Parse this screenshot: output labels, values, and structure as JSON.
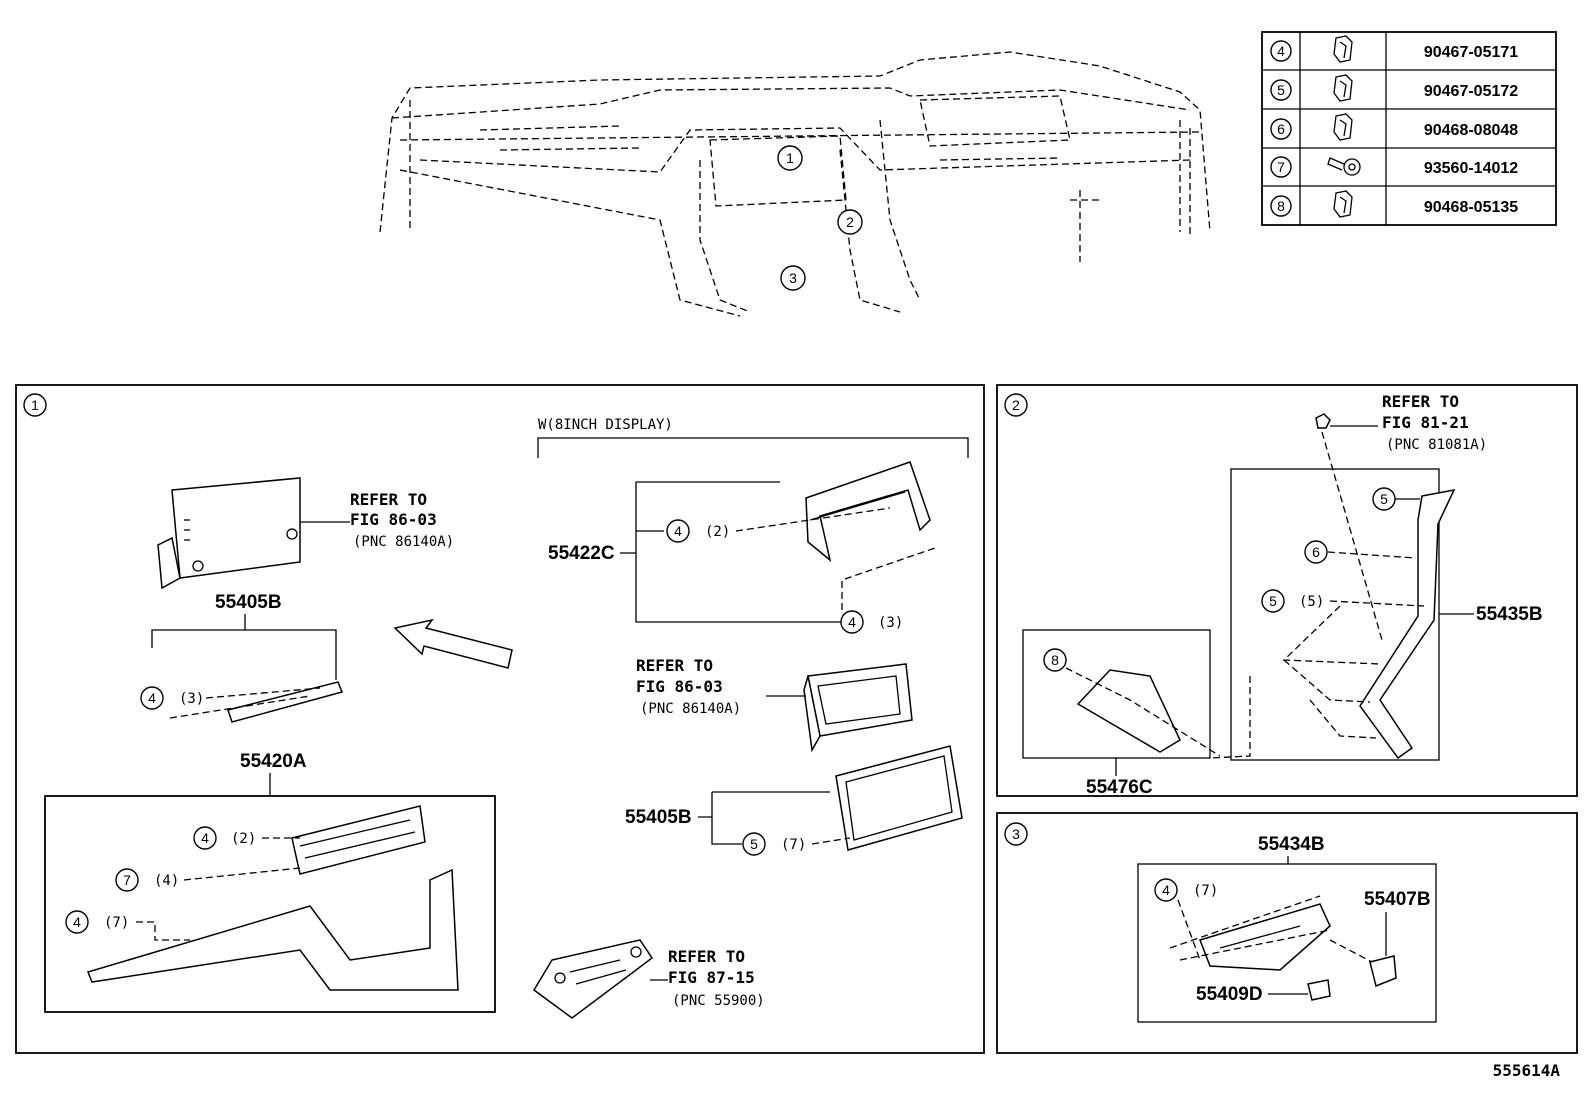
{
  "parts_table": [
    {
      "key": "4",
      "part_number": "90467-05171",
      "icon": "clip-icon"
    },
    {
      "key": "5",
      "part_number": "90467-05172",
      "icon": "clip-icon"
    },
    {
      "key": "6",
      "part_number": "90468-08048",
      "icon": "clip-icon"
    },
    {
      "key": "7",
      "part_number": "93560-14012",
      "icon": "screw-icon"
    },
    {
      "key": "8",
      "part_number": "90468-05135",
      "icon": "clip-icon"
    }
  ],
  "overview": {
    "callouts": [
      "1",
      "2",
      "3"
    ]
  },
  "panel1": {
    "index": "1",
    "variant_label": "W(8INCH DISPLAY)",
    "part_55405B_top": "55405B",
    "part_55420A": "55420A",
    "part_55422C": "55422C",
    "part_55405B_right": "55405B",
    "refs": {
      "r1": {
        "line1": "REFER TO",
        "line2": "FIG 86-03",
        "line3": "(PNC 86140A)"
      },
      "r2": {
        "line1": "REFER TO",
        "line2": "FIG 86-03",
        "line3": "(PNC 86140A)"
      },
      "r3": {
        "line1": "REFER TO",
        "line2": "FIG 87-15",
        "line3": "(PNC 55900)"
      }
    },
    "callouts": {
      "a": {
        "key": "4",
        "qty": "(3)"
      },
      "b": {
        "key": "4",
        "qty": "(2)"
      },
      "c": {
        "key": "7",
        "qty": "(4)"
      },
      "d": {
        "key": "4",
        "qty": "(7)"
      },
      "e": {
        "key": "4",
        "qty": "(2)"
      },
      "f": {
        "key": "4",
        "qty": "(3)"
      },
      "g": {
        "key": "5",
        "qty": "(7)"
      }
    }
  },
  "panel2": {
    "index": "2",
    "part_55435B": "55435B",
    "part_55476C": "55476C",
    "ref": {
      "line1": "REFER TO",
      "line2": "FIG 81-21",
      "line3": "(PNC 81081A)"
    },
    "callouts": {
      "a": {
        "key": "5"
      },
      "b": {
        "key": "6"
      },
      "c": {
        "key": "5",
        "qty": "(5)"
      },
      "d": {
        "key": "8"
      }
    }
  },
  "panel3": {
    "index": "3",
    "part_55434B": "55434B",
    "part_55407B": "55407B",
    "part_55409D": "55409D",
    "callouts": {
      "a": {
        "key": "4",
        "qty": "(7)"
      }
    }
  },
  "figure_id": "555614A"
}
